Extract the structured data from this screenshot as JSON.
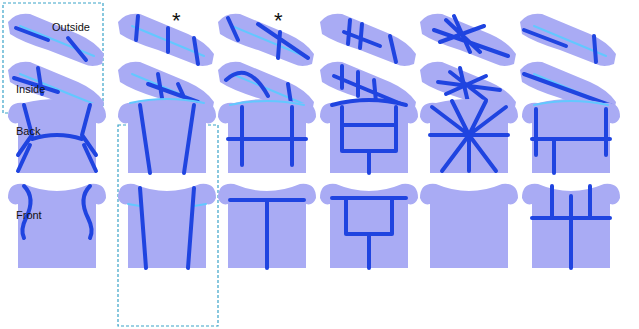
{
  "diagram": {
    "labels": [
      "Outside",
      "Inside",
      "*",
      "*",
      "Back",
      "Front"
    ]
  }
}
